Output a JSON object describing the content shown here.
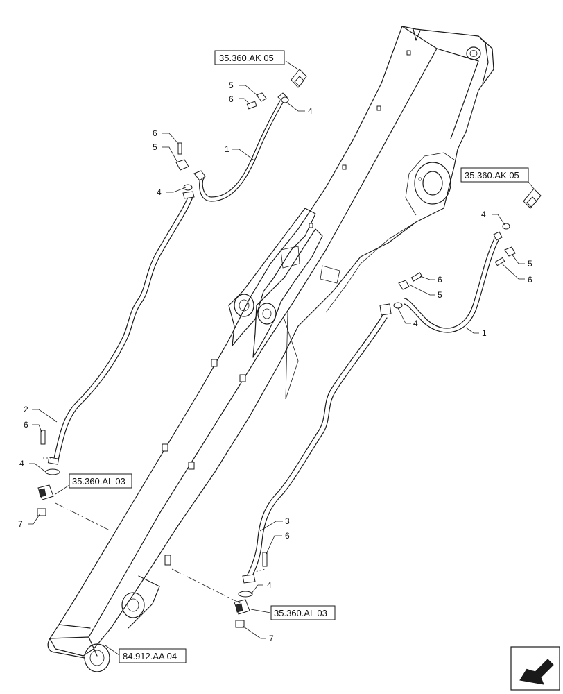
{
  "references": {
    "ak05_top": "35.360.AK 05",
    "ak05_right": "35.360.AK 05",
    "al03_left": "35.360.AL 03",
    "al03_right": "35.360.AL 03",
    "aa04_bottom": "84.912.AA 04"
  },
  "callouts": {
    "top_left_assembly": {
      "hose": "1",
      "clamp_upper": "4",
      "clamp_lower": "4",
      "bolt_a": "6",
      "cap_a": "5",
      "bolt_b": "6",
      "cap_b": "5"
    },
    "right_assembly": {
      "hose": "1",
      "clamp_upper": "4",
      "clamp_lower": "4",
      "bolt_a": "6",
      "cap_a": "5",
      "bolt_b": "6",
      "cap_b": "5"
    },
    "left_tube": {
      "tube": "2",
      "bolt": "6",
      "clamp": "4",
      "plug": "7"
    },
    "right_tube": {
      "tube": "3",
      "bolt": "6",
      "clamp": "4",
      "plug": "7"
    }
  },
  "icons": {
    "navigation": "arrow-navigation-icon"
  }
}
